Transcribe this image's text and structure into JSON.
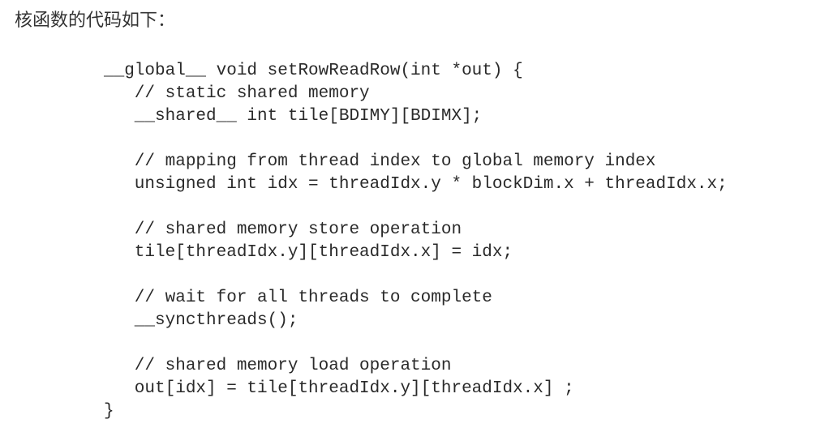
{
  "intro_text": "核函数的代码如下：",
  "code": {
    "lines": [
      "__global__ void setRowReadRow(int *out) {",
      "   // static shared memory",
      "   __shared__ int tile[BDIMY][BDIMX];",
      "",
      "   // mapping from thread index to global memory index",
      "   unsigned int idx = threadIdx.y * blockDim.x + threadIdx.x;",
      "",
      "   // shared memory store operation",
      "   tile[threadIdx.y][threadIdx.x] = idx;",
      "",
      "   // wait for all threads to complete",
      "   __syncthreads();",
      "",
      "   // shared memory load operation",
      "   out[idx] = tile[threadIdx.y][threadIdx.x] ;",
      "}"
    ]
  }
}
